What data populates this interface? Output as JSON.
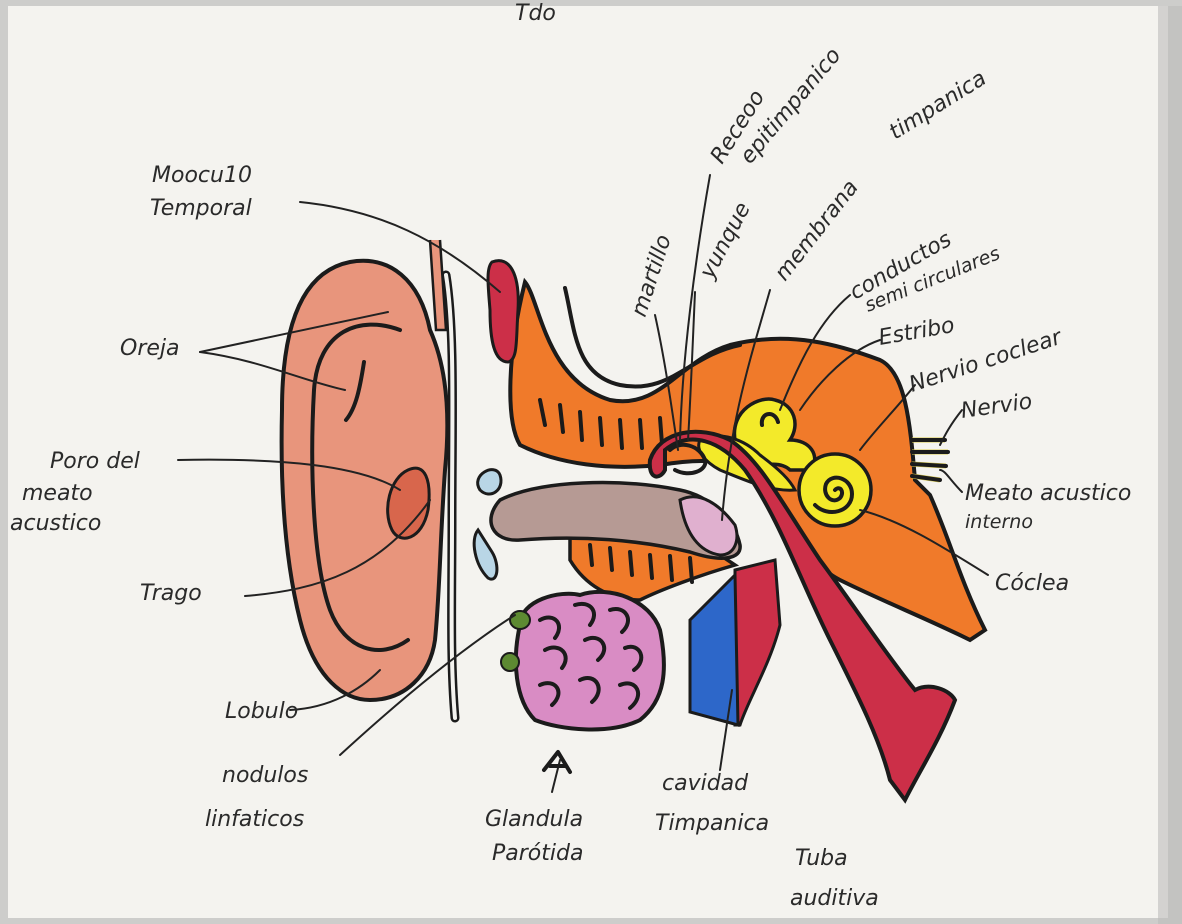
{
  "labels": {
    "top_partial": "Tdo",
    "musculo_temporal_1": "Moocu10",
    "musculo_temporal_2": "Temporal",
    "oreja": "Oreja",
    "poro_1": "Poro del",
    "poro_2": "meato",
    "poro_3": "acustico",
    "trago": "Trago",
    "lobulo": "Lobulo",
    "nodulos_1": "nodulos",
    "nodulos_2": "linfaticos",
    "glandula_1": "Glandula",
    "glandula_2": "Parótida",
    "cavidad_1": "cavidad",
    "cavidad_2": "Timpanica",
    "tuba_1": "Tuba",
    "tuba_2": "auditiva",
    "martillo": "martillo",
    "yunque": "yunque",
    "receso_1": "Receoo",
    "receso_2": "epitimpanico",
    "membrana_1": "membrana",
    "membrana_2": "timpanica",
    "conductos_1": "conductos",
    "conductos_2": "semi circulares",
    "estribo": "Estribo",
    "nervio_coclear": "Nervio coclear",
    "nervio": "Nervio",
    "meato_interno_1": "Meato acustico",
    "meato_interno_2": "interno",
    "coclea": "Cóclea"
  },
  "colors": {
    "paper": "#f4f3ef",
    "skin": "#e8957c",
    "orange": "#f07a2a",
    "red": "#cc2f48",
    "yellow": "#f3ea2a",
    "blue": "#2d67c9",
    "pink": "#d98cc4",
    "green": "#5d8a32",
    "tan": "#b69a94",
    "lightblue": "#b9d6e6"
  }
}
